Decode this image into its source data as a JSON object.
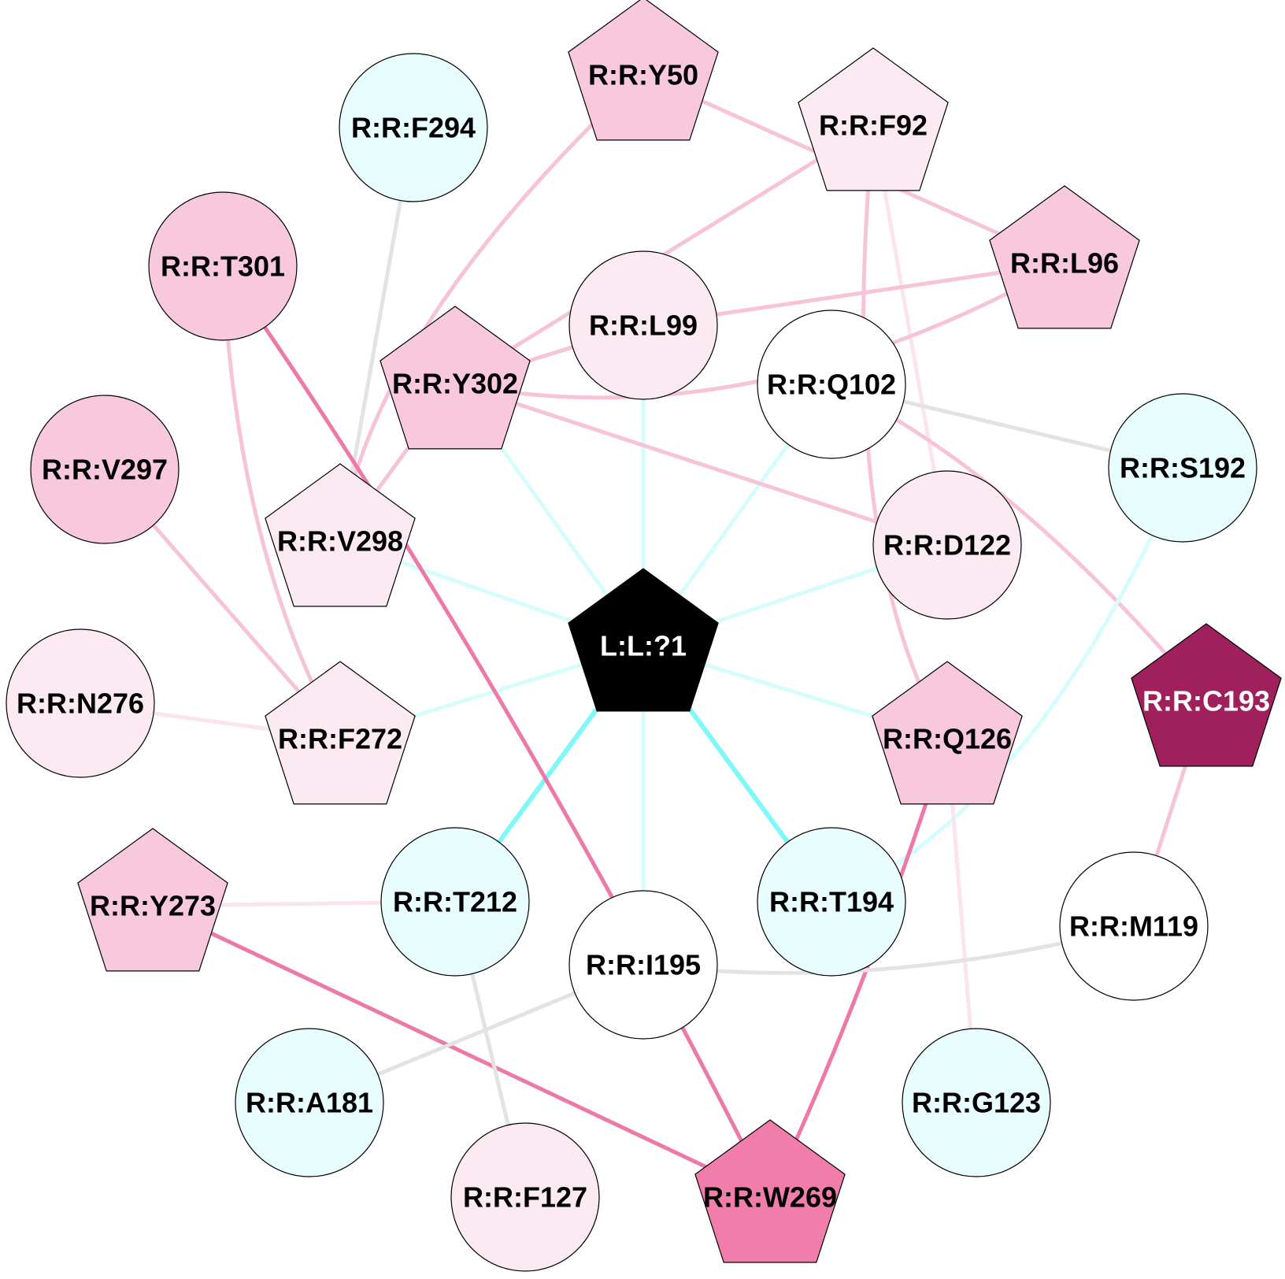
{
  "colors": {
    "white": "#ffffff",
    "cyan_light": "#e8fefe",
    "pink_pale": "#fbeaf2",
    "pink_light": "#f8c8dc",
    "pink_mid": "#f07daa",
    "magenta_dark": "#a0205e",
    "ligand": "#000000",
    "edge_cyan": "#7ff8f8",
    "edge_cyan_pale": "#d6fdfd",
    "edge_pink_light": "#f7c3d9",
    "edge_pink_pale": "#fbe4ee",
    "edge_pink_mid": "#ec79a7",
    "edge_grey": "#e3e3e3"
  },
  "nodes": [
    {
      "id": "L1",
      "label": "L:L:?1",
      "shape": "pentagon",
      "fill": "ligand",
      "text_color": "white"
    },
    {
      "id": "Y50",
      "label": "R:R:Y50",
      "shape": "pentagon",
      "fill": "pink_light",
      "text_color": "black"
    },
    {
      "id": "F294",
      "label": "R:R:F294",
      "shape": "circle",
      "fill": "cyan_light",
      "text_color": "black"
    },
    {
      "id": "F92",
      "label": "R:R:F92",
      "shape": "pentagon",
      "fill": "pink_pale",
      "text_color": "black"
    },
    {
      "id": "T301",
      "label": "R:R:T301",
      "shape": "circle",
      "fill": "pink_light",
      "text_color": "black"
    },
    {
      "id": "L96",
      "label": "R:R:L96",
      "shape": "pentagon",
      "fill": "pink_light",
      "text_color": "black"
    },
    {
      "id": "L99",
      "label": "R:R:L99",
      "shape": "circle",
      "fill": "pink_pale",
      "text_color": "black"
    },
    {
      "id": "Y302",
      "label": "R:R:Y302",
      "shape": "pentagon",
      "fill": "pink_light",
      "text_color": "black"
    },
    {
      "id": "Q102",
      "label": "R:R:Q102",
      "shape": "circle",
      "fill": "white",
      "text_color": "black"
    },
    {
      "id": "V297",
      "label": "R:R:V297",
      "shape": "circle",
      "fill": "pink_light",
      "text_color": "black"
    },
    {
      "id": "S192",
      "label": "R:R:S192",
      "shape": "circle",
      "fill": "cyan_light",
      "text_color": "black"
    },
    {
      "id": "V298",
      "label": "R:R:V298",
      "shape": "pentagon",
      "fill": "pink_pale",
      "text_color": "black"
    },
    {
      "id": "D122",
      "label": "R:R:D122",
      "shape": "circle",
      "fill": "pink_pale",
      "text_color": "black"
    },
    {
      "id": "N276",
      "label": "R:R:N276",
      "shape": "circle",
      "fill": "pink_pale",
      "text_color": "black"
    },
    {
      "id": "C193",
      "label": "R:R:C193",
      "shape": "pentagon",
      "fill": "magenta_dark",
      "text_color": "white"
    },
    {
      "id": "F272",
      "label": "R:R:F272",
      "shape": "pentagon",
      "fill": "pink_pale",
      "text_color": "black"
    },
    {
      "id": "Q126",
      "label": "R:R:Q126",
      "shape": "pentagon",
      "fill": "pink_light",
      "text_color": "black"
    },
    {
      "id": "Y273",
      "label": "R:R:Y273",
      "shape": "pentagon",
      "fill": "pink_light",
      "text_color": "black"
    },
    {
      "id": "T212",
      "label": "R:R:T212",
      "shape": "circle",
      "fill": "cyan_light",
      "text_color": "black"
    },
    {
      "id": "T194",
      "label": "R:R:T194",
      "shape": "circle",
      "fill": "cyan_light",
      "text_color": "black"
    },
    {
      "id": "M119",
      "label": "R:R:M119",
      "shape": "circle",
      "fill": "white",
      "text_color": "black"
    },
    {
      "id": "I195",
      "label": "R:R:I195",
      "shape": "circle",
      "fill": "white",
      "text_color": "black"
    },
    {
      "id": "A181",
      "label": "R:R:A181",
      "shape": "circle",
      "fill": "cyan_light",
      "text_color": "black"
    },
    {
      "id": "G123",
      "label": "R:R:G123",
      "shape": "circle",
      "fill": "cyan_light",
      "text_color": "black"
    },
    {
      "id": "F127",
      "label": "R:R:F127",
      "shape": "circle",
      "fill": "pink_pale",
      "text_color": "black"
    },
    {
      "id": "W269",
      "label": "R:R:W269",
      "shape": "pentagon",
      "fill": "pink_mid",
      "text_color": "black"
    }
  ],
  "edges": [
    {
      "from": "L1",
      "to": "Y302",
      "color": "edge_cyan_pale"
    },
    {
      "from": "L1",
      "to": "L99",
      "color": "edge_cyan_pale"
    },
    {
      "from": "L1",
      "to": "Q102",
      "color": "edge_cyan_pale"
    },
    {
      "from": "L1",
      "to": "V298",
      "color": "edge_cyan_pale"
    },
    {
      "from": "L1",
      "to": "D122",
      "color": "edge_cyan_pale"
    },
    {
      "from": "L1",
      "to": "F272",
      "color": "edge_cyan_pale"
    },
    {
      "from": "L1",
      "to": "Q126",
      "color": "edge_cyan_pale"
    },
    {
      "from": "L1",
      "to": "T212",
      "color": "edge_cyan"
    },
    {
      "from": "L1",
      "to": "I195",
      "color": "edge_cyan_pale"
    },
    {
      "from": "L1",
      "to": "T194",
      "color": "edge_cyan"
    },
    {
      "from": "Y50",
      "to": "L96",
      "color": "edge_pink_light"
    },
    {
      "from": "Y50",
      "to": "V298",
      "color": "edge_pink_light"
    },
    {
      "from": "F92",
      "to": "Y302",
      "color": "edge_pink_light"
    },
    {
      "from": "F92",
      "to": "D122",
      "color": "edge_pink_pale"
    },
    {
      "from": "F92",
      "to": "Q126",
      "color": "edge_pink_light"
    },
    {
      "from": "F294",
      "to": "V298",
      "color": "edge_grey"
    },
    {
      "from": "T301",
      "to": "F272",
      "color": "edge_pink_light"
    },
    {
      "from": "T301",
      "to": "W269",
      "color": "edge_pink_mid"
    },
    {
      "from": "L96",
      "to": "L99",
      "color": "edge_pink_light"
    },
    {
      "from": "L96",
      "to": "Y302",
      "color": "edge_pink_light"
    },
    {
      "from": "L99",
      "to": "Y302",
      "color": "edge_pink_light"
    },
    {
      "from": "Y302",
      "to": "D122",
      "color": "edge_pink_light"
    },
    {
      "from": "Y302",
      "to": "V298",
      "color": "edge_pink_light"
    },
    {
      "from": "Q102",
      "to": "S192",
      "color": "edge_grey"
    },
    {
      "from": "Q102",
      "to": "C193",
      "color": "edge_pink_light"
    },
    {
      "from": "V297",
      "to": "F272",
      "color": "edge_pink_light"
    },
    {
      "from": "S192",
      "to": "T194",
      "color": "edge_cyan_pale"
    },
    {
      "from": "N276",
      "to": "F272",
      "color": "edge_pink_pale"
    },
    {
      "from": "C193",
      "to": "M119",
      "color": "edge_pink_light"
    },
    {
      "from": "Q126",
      "to": "W269",
      "color": "edge_pink_mid"
    },
    {
      "from": "Q126",
      "to": "G123",
      "color": "edge_pink_pale"
    },
    {
      "from": "Y273",
      "to": "T212",
      "color": "edge_pink_pale"
    },
    {
      "from": "Y273",
      "to": "W269",
      "color": "edge_pink_mid"
    },
    {
      "from": "T212",
      "to": "F127",
      "color": "edge_grey"
    },
    {
      "from": "I195",
      "to": "M119",
      "color": "edge_grey"
    },
    {
      "from": "I195",
      "to": "A181",
      "color": "edge_grey"
    }
  ]
}
